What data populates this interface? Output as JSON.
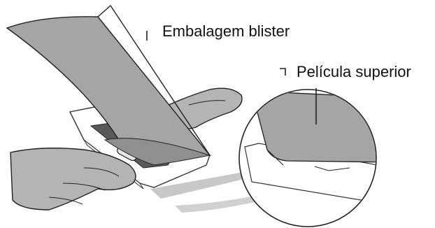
{
  "labels": {
    "blister_pack": "Embalagem blister",
    "top_film": "Película superior"
  },
  "colors": {
    "film_gray": "#a5a5a5",
    "hand_gray": "#b4b4b4",
    "outline": "#222222",
    "tray_white": "#ffffff"
  },
  "icons": [
    "peeling-film-illustration",
    "hands-illustration",
    "magnifier-circle"
  ]
}
